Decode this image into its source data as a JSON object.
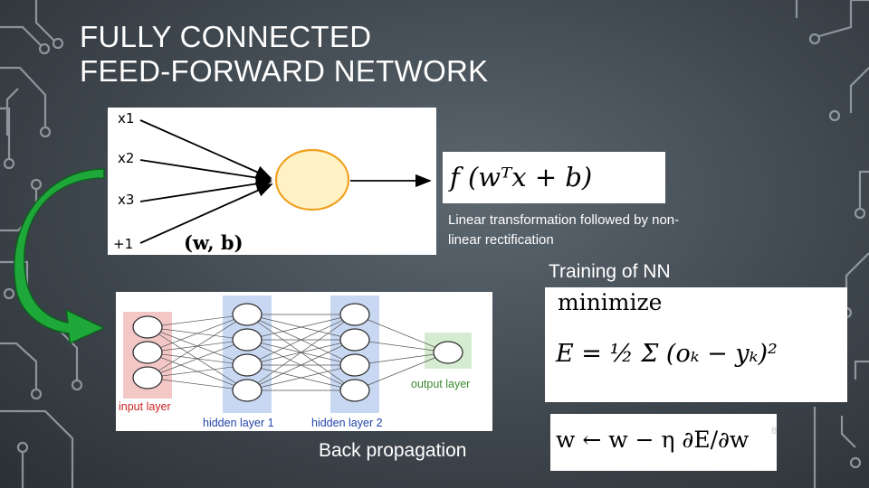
{
  "slide": {
    "title_line1": "FULLY CONNECTED",
    "title_line2": "FEED-FORWARD NETWORK",
    "page_number": "8"
  },
  "perceptron": {
    "inputs": [
      "x1",
      "x2",
      "x3",
      "+1"
    ],
    "params": "(w, b)",
    "formula": "f (wᵀx + b)",
    "caption_line1": "Linear transformation followed by non-",
    "caption_line2": "linear rectification"
  },
  "network": {
    "layers": [
      {
        "label": "input layer",
        "nodes": 3
      },
      {
        "label": "hidden layer 1",
        "nodes": 4
      },
      {
        "label": "hidden layer 2",
        "nodes": 4
      },
      {
        "label": "output layer",
        "nodes": 1
      }
    ],
    "caption": "Back propagation"
  },
  "training": {
    "title": "Training of NN",
    "minimize_label": "minimize",
    "loss_formula": "E = ½ Σ (oₖ − yₖ)²",
    "update_formula": "w ← w − η ∂E/∂w"
  },
  "colors": {
    "arrow_green": "#1fa83a",
    "input_layer_bg": "#f4c7c7",
    "hidden_layer_bg": "#c9d8f2",
    "output_layer_bg": "#d5ecd0",
    "node_fill": "#ffe3b0",
    "node_stroke": "#f0a020",
    "label_red": "#cc2222",
    "label_blue": "#2244aa",
    "circuit_line": "#b9c2c8"
  }
}
